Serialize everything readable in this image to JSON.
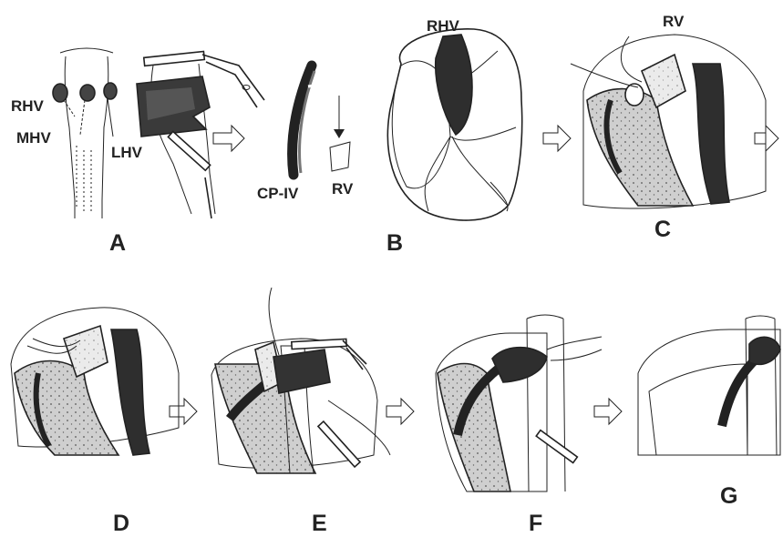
{
  "panels": [
    {
      "id": "A"
    },
    {
      "id": "B"
    },
    {
      "id": "C"
    },
    {
      "id": "D"
    },
    {
      "id": "E"
    },
    {
      "id": "F"
    },
    {
      "id": "G"
    }
  ],
  "labels": {
    "rhv": "RHV",
    "mhv": "MHV",
    "lhv": "LHV",
    "cp_iv": "CP-IV",
    "rv": "RV"
  },
  "colors": {
    "ink": "#222222",
    "liver_fill": "#bdbdbd",
    "liver_stipple": "#d9d9d9",
    "vessel_dark": "#2a2a2a",
    "background": "#ffffff"
  }
}
